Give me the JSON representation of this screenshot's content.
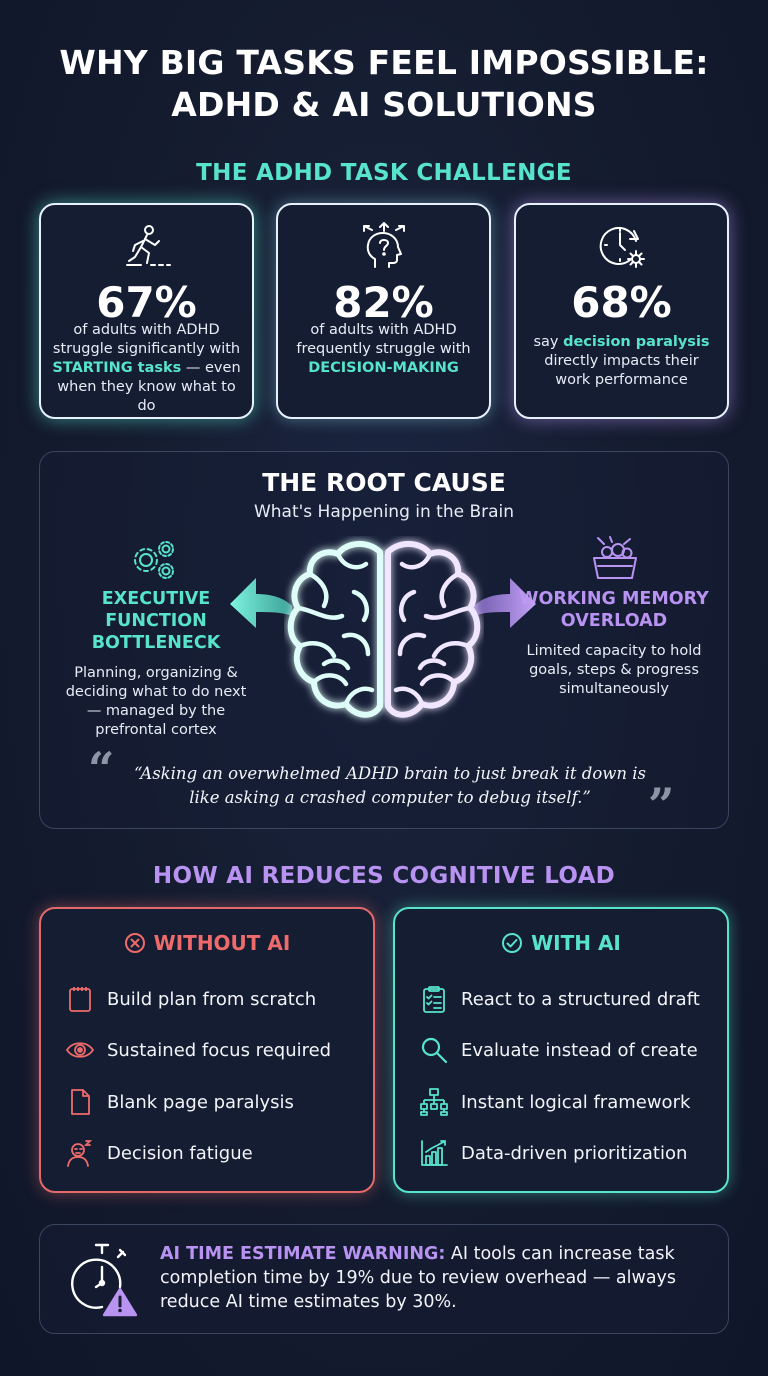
{
  "title_line1": "WHY BIG TASKS FEEL IMPOSSIBLE:",
  "title_line2": "ADHD & AI SOLUTIONS",
  "challenge": {
    "title": "THE ADHD TASK CHALLENGE",
    "cards": [
      {
        "value": "67%",
        "pre": "of adults with ADHD struggle significantly with ",
        "highlight": "STARTING tasks",
        "post": " — even when they know what to do",
        "icon": "person-starting-icon"
      },
      {
        "value": "82%",
        "pre": "of adults with ADHD frequently struggle with ",
        "highlight": "DECISION-MAKING",
        "post": "",
        "icon": "head-crossroads-icon"
      },
      {
        "value": "68%",
        "pre": "say ",
        "highlight": "decision paralysis",
        "post": " directly impacts their work performance",
        "icon": "clock-gear-icon"
      }
    ]
  },
  "root": {
    "title": "THE ROOT CAUSE",
    "subtitle": "What's Happening in the Brain",
    "left": {
      "title": "EXECUTIVE FUNCTION BOTTLENECK",
      "desc": "Planning, organizing & deciding what to do next — managed by the prefrontal cortex",
      "icon": "gears-icon"
    },
    "right": {
      "title": "WORKING MEMORY OVERLOAD",
      "desc": "Limited capacity to hold goals, steps & progress simultaneously",
      "icon": "overflowing-basket-icon"
    },
    "quote": "“Asking an overwhelmed ADHD brain to just break it down is like asking a crashed computer to debug itself.”"
  },
  "ai": {
    "title": "HOW AI REDUCES COGNITIVE LOAD",
    "without": {
      "title": "WITHOUT AI",
      "items": [
        "Build plan from scratch",
        "Sustained focus required",
        "Blank page paralysis",
        "Decision fatigue"
      ]
    },
    "with": {
      "title": "WITH AI",
      "items": [
        "React to a structured draft",
        "Evaluate instead of create",
        "Instant logical framework",
        "Data-driven prioritization"
      ]
    }
  },
  "warning": {
    "label": "AI TIME ESTIMATE WARNING:",
    "text": " AI tools can increase task completion time by 19% due to review overhead — always reduce AI time estimates by 30%."
  },
  "colors": {
    "teal": "#57e3cc",
    "purple": "#b893f2",
    "red": "#ee6b6b",
    "background": "#141b2e"
  }
}
